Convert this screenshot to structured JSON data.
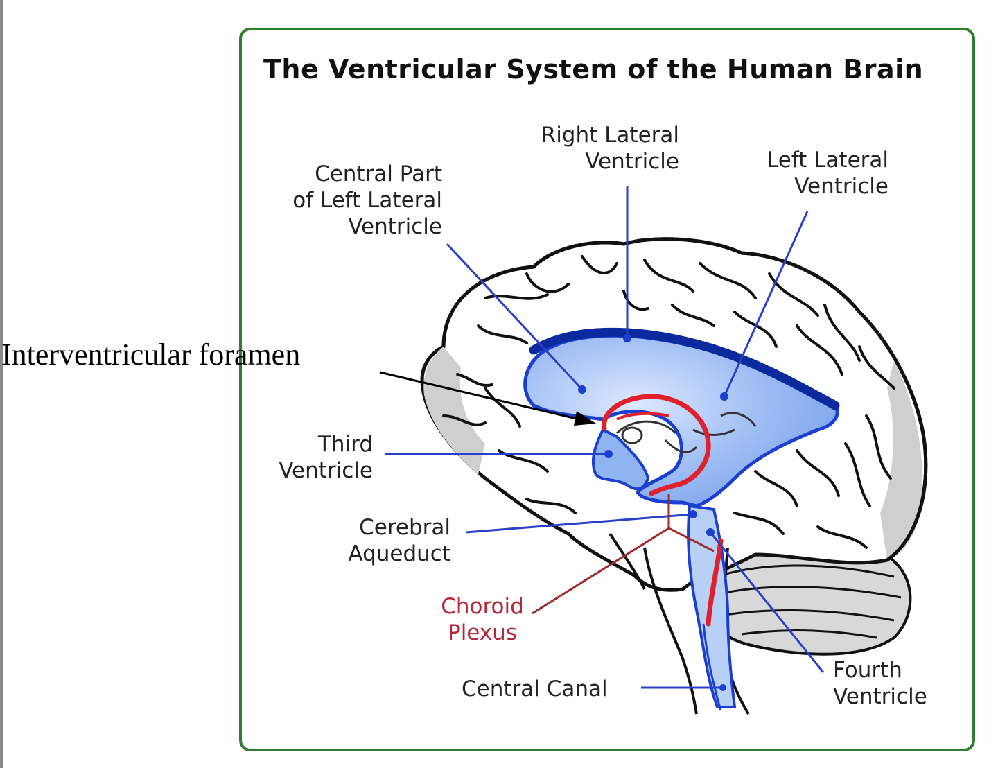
{
  "title": "The Ventricular System of the Human Brain",
  "labels": {
    "right_lateral_ventricle": "Right Lateral\nVentricle",
    "left_lateral_ventricle": "Left Lateral\nVentricle",
    "central_part": "Central Part\nof Left Lateral\nVentricle",
    "third_ventricle": "Third\nVentricle",
    "cerebral_aqueduct": "Cerebral\nAqueduct",
    "choroid_plexus": "Choroid\nPlexus",
    "central_canal": "Central Canal",
    "fourth_ventricle": "Fourth\nVentricle"
  },
  "annotation": "Interventricular foramen",
  "colors": {
    "frame": "#2e7d32",
    "ventricle_fill": "#8fb4f0",
    "ventricle_edge": "#1a3fd1",
    "leader_blue": "#2a3fc8",
    "choroid_red": "#e0202a",
    "choroid_label": "#b5273a"
  }
}
